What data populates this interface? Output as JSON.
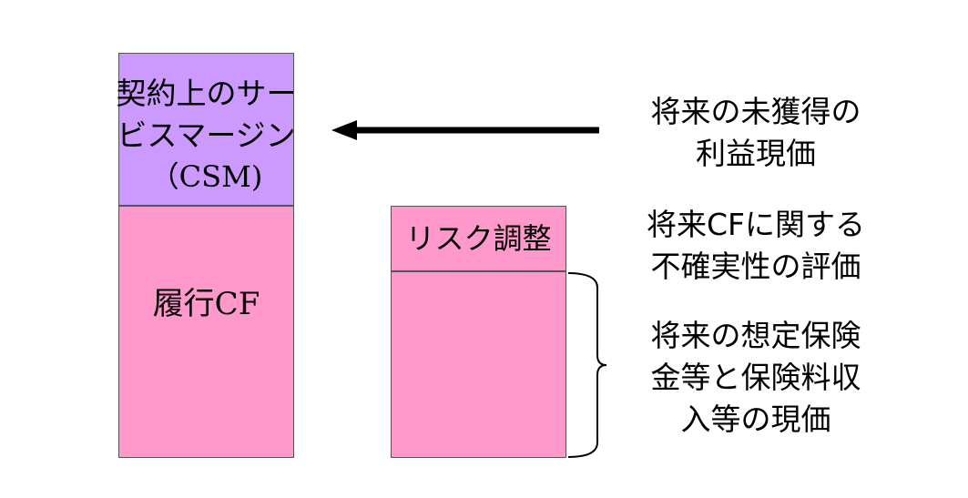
{
  "csm_box": {
    "line1": "契約上のサー",
    "line2": "ビスマージン",
    "line3": "（CSM)",
    "color": "#cc99ff"
  },
  "fulfilment_box": {
    "label": "履行CF",
    "color": "#ff99cc"
  },
  "risk_box": {
    "label": "リスク調整",
    "color": "#ff99cc"
  },
  "notes": {
    "unearned_profit": {
      "line1": "将来の未獲得の",
      "line2": "利益現価"
    },
    "risk_adjustment": {
      "line1": "将来CFに関する",
      "line2": "不確実性の評価"
    },
    "present_value": {
      "line1": "将来の想定保険",
      "line2": "金等と保険料収",
      "line3": "入等の現価"
    }
  }
}
